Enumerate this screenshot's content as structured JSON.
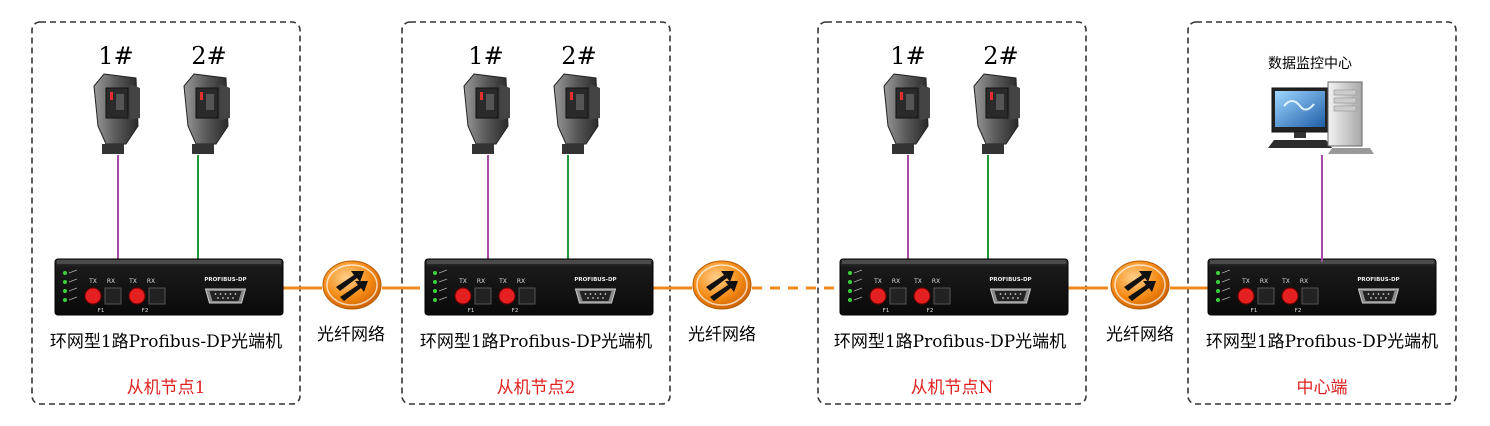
{
  "colors": {
    "accent_orange": "#f08a1c",
    "node_label_red": "#e02020",
    "link_purple": "#a64ca6",
    "link_green": "#1f9a3a",
    "dash_border": "#333333"
  },
  "nodes": [
    {
      "id": "slave1",
      "connector_labels": [
        "1#",
        "2#"
      ],
      "device_label": "环网型1路Profibus-DP光端机",
      "node_label": "从机节点1"
    },
    {
      "id": "slave2",
      "connector_labels": [
        "1#",
        "2#"
      ],
      "device_label": "环网型1路Profibus-DP光端机",
      "node_label": "从机节点2"
    },
    {
      "id": "slaveN",
      "connector_labels": [
        "1#",
        "2#"
      ],
      "device_label": "环网型1路Profibus-DP光端机",
      "node_label": "从机节点N"
    },
    {
      "id": "center",
      "top_label": "数据监控中心",
      "device_label": "环网型1路Profibus-DP光端机",
      "node_label": "中心端"
    }
  ],
  "fiber_networks": [
    {
      "label": "光纤网络"
    },
    {
      "label": "光纤网络"
    },
    {
      "label": "光纤网络"
    }
  ],
  "device_panel": {
    "port_labels": [
      "TX",
      "RX",
      "TX",
      "RX"
    ],
    "fiber_labels": [
      "F1",
      "F2"
    ],
    "db9_label": "PROFIBUS-DP"
  }
}
